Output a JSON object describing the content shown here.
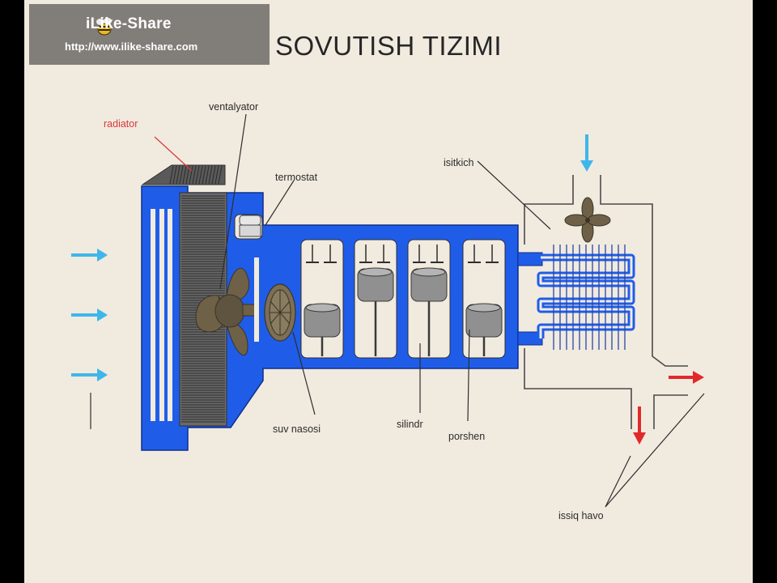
{
  "watermark": {
    "brand": "iLike-Share",
    "url": "http://www.ilike-share.com"
  },
  "title": "SOVUTISH TIZIMI",
  "labels": {
    "radiator": "radiator",
    "ventilyator": "ventalyator",
    "termostat": "termostat",
    "issitkich": "isitkich",
    "suv_nasosi": "suv nasosi",
    "silindr": "silindr",
    "porshen": "porshen",
    "issiq_havo": "issiq havo"
  },
  "colors": {
    "coolant_blue": "#1f5de9",
    "cold_air_arrow": "#3fb6ea",
    "hot_air_arrow": "#e02a2a",
    "radiator_label": "#d9383a"
  }
}
